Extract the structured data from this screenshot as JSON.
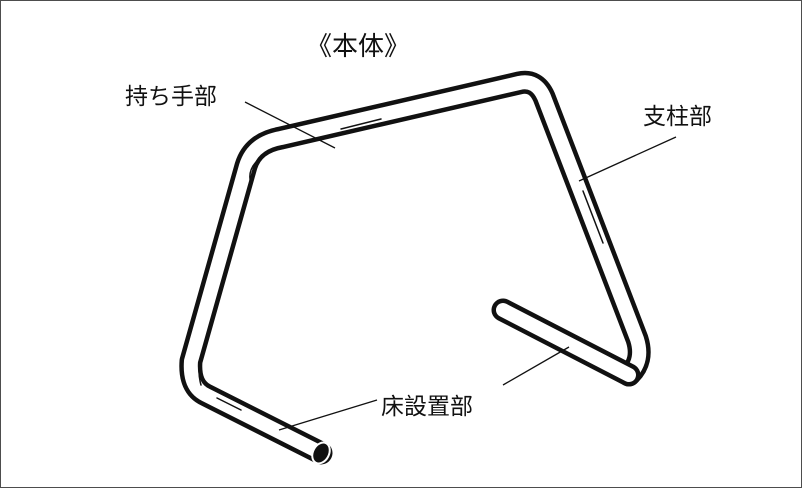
{
  "title": "《本体》",
  "labels": {
    "handle": "持ち手部",
    "post": "支柱部",
    "floor": "床設置部"
  }
}
